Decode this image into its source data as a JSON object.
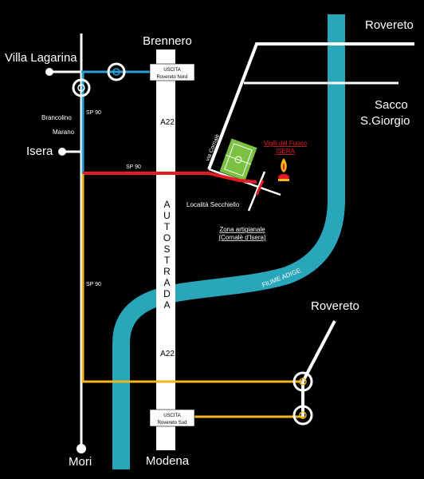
{
  "colors": {
    "background": "#000000",
    "road": "#ffffff",
    "river": "#2aa6bb",
    "sp90_north": "#2b9fd6",
    "sp90_south": "#f2b51f",
    "access_route": "#e31b23",
    "field": "#7cc242"
  },
  "places": {
    "brennero": "Brennero",
    "modena": "Modena",
    "villa_lagarina": "Villa Lagarina",
    "isera": "Isera",
    "mori": "Mori",
    "rovereto_top": "Rovereto",
    "rovereto_right": "Rovereto",
    "sacco_line1": "Sacco",
    "sacco_line2": "S.Giorgio",
    "brancolino": "Brancolino",
    "marano": "Marano"
  },
  "roads": {
    "sp90_a": "SP 90",
    "sp90_b": "SP 90",
    "sp90_c": "SP 90",
    "a22_top": "A22",
    "a22_bottom": "A22",
    "autostrada": [
      "A",
      "U",
      "T",
      "O",
      "S",
      "T",
      "R",
      "A",
      "D",
      "A"
    ],
    "via_cornale": "via Cornalè"
  },
  "exits": {
    "north_line1": "USCITA",
    "north_line2": "Rovereto Nord",
    "south_line1": "USCITA",
    "south_line2": "Rovereto Sud"
  },
  "poi": {
    "vigili_line1": "Vigili del Fuoco",
    "vigili_line2": "ISERA",
    "secchiello": "Località Secchiello",
    "zona_line1": "Zona artigianale",
    "zona_line2": "(Cornalè d'Isera)",
    "river": "FIUME ADIGE"
  },
  "icons": {
    "firefighter_emblem": "flame-helmet-icon",
    "football_field": "football-field-icon"
  }
}
